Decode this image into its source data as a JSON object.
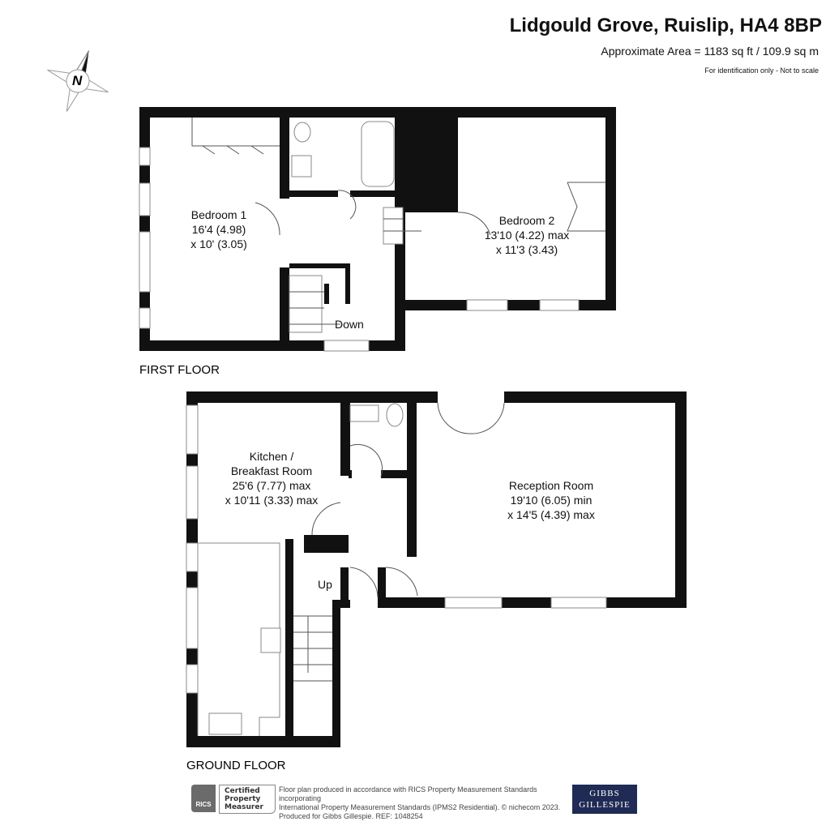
{
  "header": {
    "title": "Lidgould Grove, Ruislip, HA4 8BP",
    "area": "Approximate Area = 1183 sq ft / 109.9 sq m",
    "note": "For identification only - Not to scale"
  },
  "compass": {
    "label": "N"
  },
  "first_floor": {
    "label": "FIRST FLOOR",
    "rooms": [
      {
        "name": "Bedroom 1",
        "dim1": "16'4 (4.98)",
        "dim2": "x 10' (3.05)"
      },
      {
        "name": "Bedroom 2",
        "dim1": "13'10 (4.22) max",
        "dim2": "x 11'3 (3.43)"
      }
    ],
    "stairs": "Down"
  },
  "ground_floor": {
    "label": "GROUND FLOOR",
    "rooms": [
      {
        "name": "Kitchen /",
        "name2": "Breakfast Room",
        "dim1": "25'6 (7.77) max",
        "dim2": "x 10'11 (3.33) max"
      },
      {
        "name": "Reception Room",
        "dim1": "19'10 (6.05) min",
        "dim2": "x 14'5 (4.39) max"
      }
    ],
    "stairs": "Up"
  },
  "footer": {
    "rics": "RICS",
    "certified": [
      "Certified",
      "Property",
      "Measurer"
    ],
    "text": [
      "Floor plan produced in accordance with RICS Property Measurement Standards incorporating",
      "International Property Measurement Standards (IPMS2 Residential).   © nichecom 2023.",
      "Produced for Gibbs Gillespie.   REF: 1048254"
    ],
    "brand": [
      "GIBBS",
      "GILLESPIE"
    ]
  }
}
